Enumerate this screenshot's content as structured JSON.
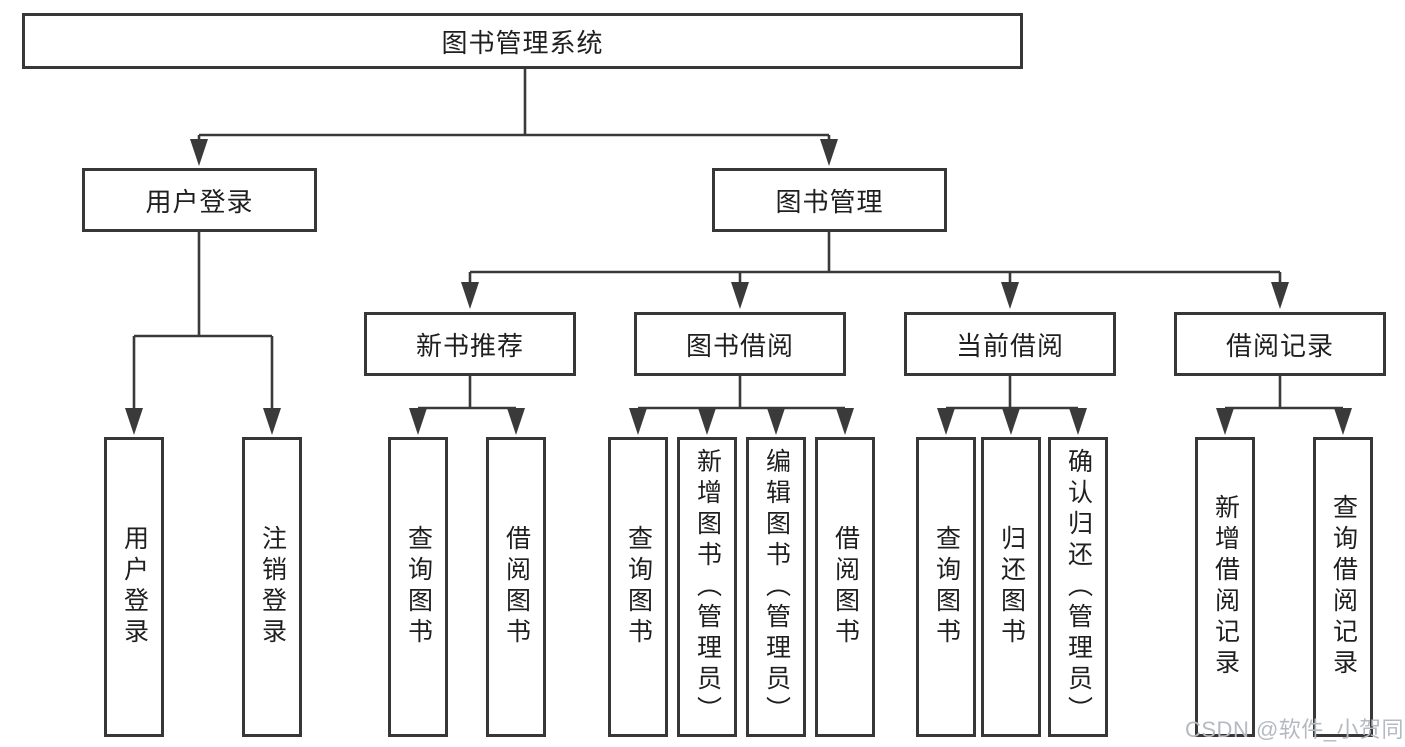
{
  "diagram_title": "图书管理系统",
  "tree": {
    "label": "图书管理系统",
    "children": [
      {
        "label": "用户登录",
        "children": [
          {
            "label": "用户登录"
          },
          {
            "label": "注销登录"
          }
        ]
      },
      {
        "label": "图书管理",
        "children": [
          {
            "label": "新书推荐",
            "children": [
              {
                "label": "查询图书"
              },
              {
                "label": "借阅图书"
              }
            ]
          },
          {
            "label": "图书借阅",
            "children": [
              {
                "label": "查询图书"
              },
              {
                "label": "新增图书（管理员）"
              },
              {
                "label": "编辑图书（管理员）"
              },
              {
                "label": "借阅图书"
              }
            ]
          },
          {
            "label": "当前借阅",
            "children": [
              {
                "label": "查询图书"
              },
              {
                "label": "归还图书"
              },
              {
                "label": "确认归还（管理员）"
              }
            ]
          },
          {
            "label": "借阅记录",
            "children": [
              {
                "label": "新增借阅记录"
              },
              {
                "label": "查询借阅记录"
              }
            ]
          }
        ]
      }
    ]
  },
  "watermark": "CSDN @软件_小贺同学",
  "colors": {
    "line": "#3a3a3a",
    "box_border": "#373737",
    "text": "#1f1f1f",
    "background": "#ffffff",
    "watermark": "#b5bac1"
  }
}
